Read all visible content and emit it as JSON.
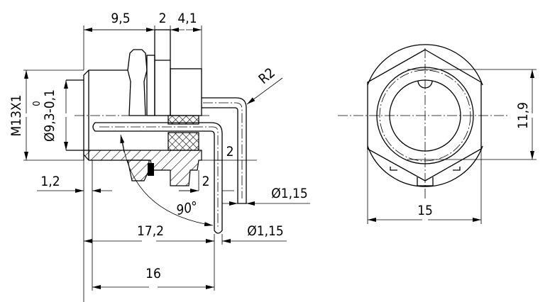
{
  "drawing": {
    "side_view": {
      "dim_length_front": "9,5",
      "dim_panel": "2",
      "dim_rear": "4,1",
      "dim_thread": "M13X1",
      "dim_diameter": "Ø9,3-0,1",
      "dim_diameter_tolerance_upper": "0",
      "dim_radius": "R2",
      "dim_pin_offset_upper": "2",
      "dim_pin_offset_lower": "2",
      "dim_flange": "1,2",
      "dim_pin_diameter_upper": "Ø1,15",
      "dim_pin_diameter_lower": "Ø1,15",
      "dim_angle": "90°",
      "dim_total_length": "17,2",
      "dim_body_length": "16"
    },
    "front_view": {
      "dim_height": "11,9",
      "dim_width": "15"
    }
  }
}
